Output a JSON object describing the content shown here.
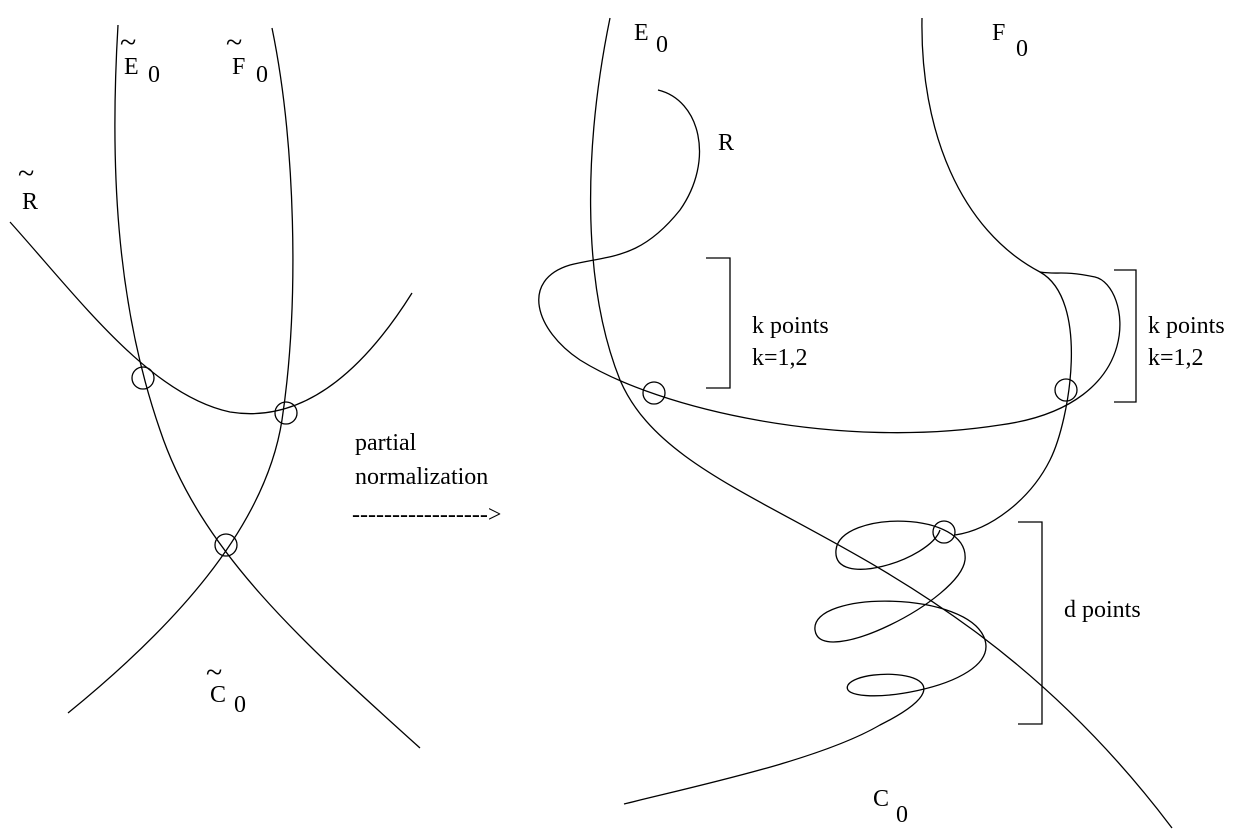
{
  "left_figure": {
    "curve_e": {
      "tilde": "~",
      "letter": "E",
      "subscript": "0"
    },
    "curve_f": {
      "tilde": "~",
      "letter": "F",
      "subscript": "0"
    },
    "curve_r": {
      "tilde": "~",
      "letter": "R"
    },
    "curve_c": {
      "tilde": "~",
      "letter": "C",
      "subscript": "0"
    }
  },
  "arrow": {
    "line1": "partial",
    "line2": "normalization",
    "dashes": "----------------->"
  },
  "right_figure": {
    "curve_e": {
      "letter": "E",
      "subscript": "0"
    },
    "curve_f": {
      "letter": "F",
      "subscript": "0"
    },
    "curve_r": {
      "letter": "R"
    },
    "curve_c": {
      "letter": "C",
      "subscript": "0"
    },
    "bracket_left": {
      "line1": "k points",
      "line2": "k=1,2"
    },
    "bracket_right": {
      "line1": "k points",
      "line2": "k=1,2"
    },
    "bracket_d": {
      "line1": "d points"
    }
  }
}
